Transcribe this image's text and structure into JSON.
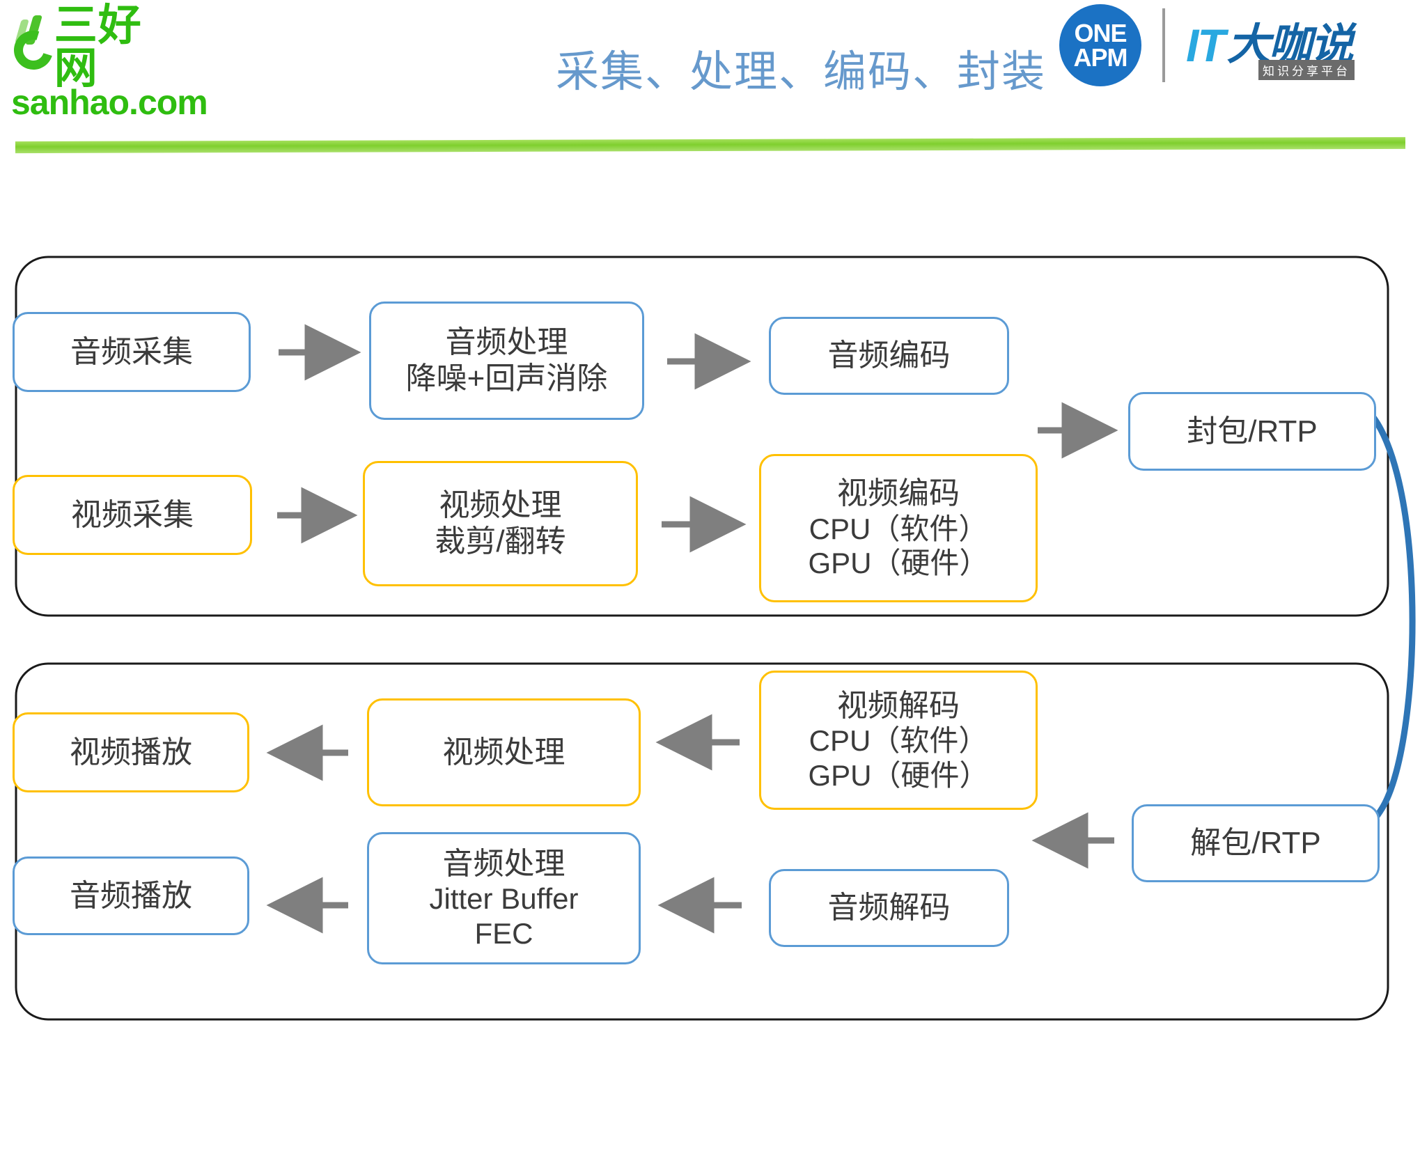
{
  "header": {
    "brand": {
      "logo_name": "sanhao-logo",
      "cn_text": "三好网",
      "domain_text": "sanhao.com",
      "color": "#2fbd10"
    },
    "title": "采集、处理、编码、封装",
    "title_color": "#6699cc",
    "partner_logos": {
      "oneapm": {
        "line1": "ONE",
        "line2": "APM",
        "color": "#1b72c4"
      },
      "itdks": {
        "it": "IT",
        "cn": "大咖说",
        "sub": "知识分享平台",
        "color": "#29a8e0"
      }
    },
    "divider_color": "#7fcf2e"
  },
  "diagram": {
    "type": "flow",
    "colors": {
      "audio": "#5b9bd5",
      "video": "#ffc000",
      "arrow": "#7f7f7f",
      "network_curve": "#2e75b6",
      "group_border": "#1a1a1a"
    },
    "groups": [
      {
        "id": "sender",
        "nodes": [
          "audio-capture",
          "audio-process",
          "audio-encode",
          "pack-rtp",
          "video-capture",
          "video-process",
          "video-encode"
        ]
      },
      {
        "id": "receiver",
        "nodes": [
          "video-play",
          "video-process-rx",
          "video-decode",
          "unpack-rtp",
          "audio-play",
          "audio-process-rx",
          "audio-decode"
        ]
      }
    ],
    "nodes": {
      "audio_capture": {
        "label": "音频采集",
        "color": "audio"
      },
      "audio_process": {
        "line1": "音频处理",
        "line2": "降噪+回声消除",
        "color": "audio"
      },
      "audio_encode": {
        "label": "音频编码",
        "color": "audio"
      },
      "pack_rtp": {
        "label": "封包/RTP",
        "color": "audio"
      },
      "video_capture": {
        "label": "视频采集",
        "color": "video"
      },
      "video_process": {
        "line1": "视频处理",
        "line2": "裁剪/翻转",
        "color": "video"
      },
      "video_encode": {
        "line1": "视频编码",
        "line2": "CPU（软件）",
        "line3": "GPU（硬件）",
        "color": "video"
      },
      "video_play": {
        "label": "视频播放",
        "color": "video"
      },
      "video_process_rx": {
        "label": "视频处理",
        "color": "video"
      },
      "video_decode": {
        "line1": "视频解码",
        "line2": "CPU（软件）",
        "line3": "GPU（硬件）",
        "color": "video"
      },
      "unpack_rtp": {
        "label": "解包/RTP",
        "color": "audio"
      },
      "audio_play": {
        "label": "音频播放",
        "color": "audio"
      },
      "audio_process_rx": {
        "line1": "音频处理",
        "line2": "Jitter Buffer",
        "line3": "FEC",
        "color": "audio"
      },
      "audio_decode": {
        "label": "音频解码",
        "color": "audio"
      }
    },
    "edges": [
      {
        "from": "audio_capture",
        "to": "audio_process",
        "dir": "right"
      },
      {
        "from": "audio_process",
        "to": "audio_encode",
        "dir": "right"
      },
      {
        "from": "audio_encode",
        "to": "pack_rtp",
        "dir": "right"
      },
      {
        "from": "video_capture",
        "to": "video_process",
        "dir": "right"
      },
      {
        "from": "video_process",
        "to": "video_encode",
        "dir": "right"
      },
      {
        "from": "pack_rtp",
        "to": "unpack_rtp",
        "dir": "curve-network"
      },
      {
        "from": "unpack_rtp",
        "to": "video_decode",
        "dir": "left"
      },
      {
        "from": "video_decode",
        "to": "video_process_rx",
        "dir": "left"
      },
      {
        "from": "video_process_rx",
        "to": "video_play",
        "dir": "left"
      },
      {
        "from": "audio_decode",
        "to": "audio_process_rx",
        "dir": "left"
      },
      {
        "from": "audio_process_rx",
        "to": "audio_play",
        "dir": "left"
      }
    ]
  }
}
